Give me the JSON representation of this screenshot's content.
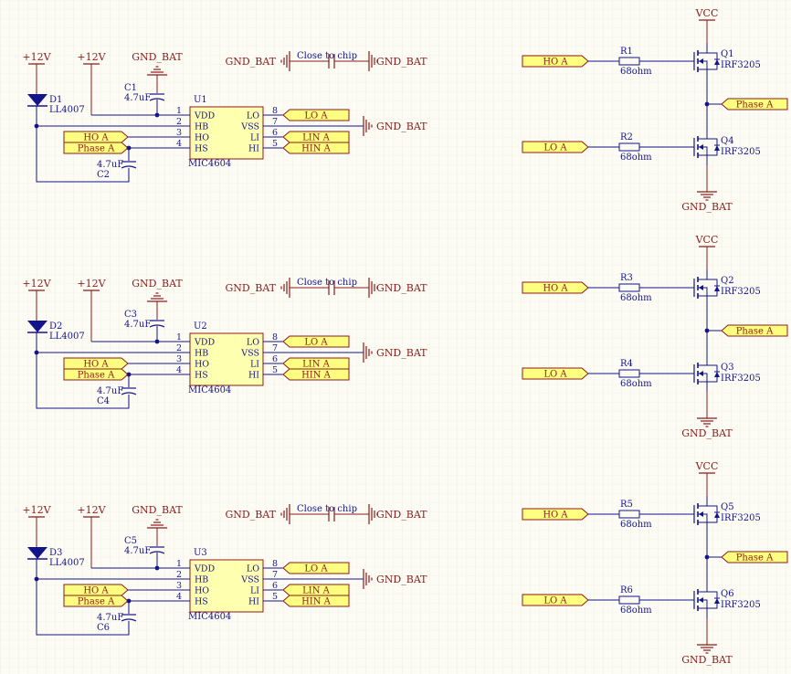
{
  "stages": [
    {
      "driver": {
        "ic": "U1",
        "part": "MIC4604",
        "pins": {
          "vdd": "VDD",
          "hb": "HB",
          "ho": "HO",
          "hs": "HS",
          "lo": "LO",
          "vss": "VSS",
          "li": "LI",
          "hi": "HI"
        },
        "pin_numbers": [
          "1",
          "2",
          "3",
          "4",
          "8",
          "7",
          "6",
          "5"
        ],
        "diode": {
          "ref": "D1",
          "part": "LL4007"
        },
        "c_top": {
          "ref": "C1",
          "value": "4.7uF"
        },
        "c_bot": {
          "ref": "C2",
          "value": "4.7uF"
        },
        "power_left": "+12V",
        "power_mid": "+12V",
        "gnd_top": "GND_BAT",
        "cap_left_gnd": "GND_BAT",
        "cap_note": "Close to chip",
        "cap_right_gnd": "GND_BAT",
        "vss_gnd": "GND_BAT",
        "ports_left": [
          "HO A",
          "Phase A"
        ],
        "ports_right": [
          "LO A",
          "LIN A",
          "HIN A"
        ]
      },
      "bridge": {
        "vcc": "VCC",
        "gnd": "GND_BAT",
        "high_in": "HO A",
        "low_in": "LO A",
        "phase": "Phase A",
        "r_high": {
          "ref": "R1",
          "value": "68ohm"
        },
        "r_low": {
          "ref": "R2",
          "value": "68ohm"
        },
        "q_high": {
          "ref": "Q1",
          "part": "IRF3205"
        },
        "q_low": {
          "ref": "Q4",
          "part": "IRF3205"
        }
      }
    },
    {
      "driver": {
        "ic": "U2",
        "part": "MIC4604",
        "pins": {
          "vdd": "VDD",
          "hb": "HB",
          "ho": "HO",
          "hs": "HS",
          "lo": "LO",
          "vss": "VSS",
          "li": "LI",
          "hi": "HI"
        },
        "pin_numbers": [
          "1",
          "2",
          "3",
          "4",
          "8",
          "7",
          "6",
          "5"
        ],
        "diode": {
          "ref": "D2",
          "part": "LL4007"
        },
        "c_top": {
          "ref": "C3",
          "value": "4.7uF"
        },
        "c_bot": {
          "ref": "C4",
          "value": "4.7uF"
        },
        "power_left": "+12V",
        "power_mid": "+12V",
        "gnd_top": "GND_BAT",
        "cap_left_gnd": "GND_BAT",
        "cap_note": "Close to chip",
        "cap_right_gnd": "GND_BAT",
        "vss_gnd": "GND_BAT",
        "ports_left": [
          "HO A",
          "Phase A"
        ],
        "ports_right": [
          "LO A",
          "LIN A",
          "HIN A"
        ]
      },
      "bridge": {
        "vcc": "VCC",
        "gnd": "GND_BAT",
        "high_in": "HO A",
        "low_in": "LO A",
        "phase": "Phase A",
        "r_high": {
          "ref": "R3",
          "value": "68ohm"
        },
        "r_low": {
          "ref": "R4",
          "value": "68ohm"
        },
        "q_high": {
          "ref": "Q2",
          "part": "IRF3205"
        },
        "q_low": {
          "ref": "Q3",
          "part": "IRF3205"
        }
      }
    },
    {
      "driver": {
        "ic": "U3",
        "part": "MIC4604",
        "pins": {
          "vdd": "VDD",
          "hb": "HB",
          "ho": "HO",
          "hs": "HS",
          "lo": "LO",
          "vss": "VSS",
          "li": "LI",
          "hi": "HI"
        },
        "pin_numbers": [
          "1",
          "2",
          "3",
          "4",
          "8",
          "7",
          "6",
          "5"
        ],
        "diode": {
          "ref": "D3",
          "part": "LL4007"
        },
        "c_top": {
          "ref": "C5",
          "value": "4.7uF"
        },
        "c_bot": {
          "ref": "C6",
          "value": "4.7uF"
        },
        "power_left": "+12V",
        "power_mid": "+12V",
        "gnd_top": "GND_BAT",
        "cap_left_gnd": "GND_BAT",
        "cap_note": "Close to chip",
        "cap_right_gnd": "GND_BAT",
        "vss_gnd": "GND_BAT",
        "ports_left": [
          "HO A",
          "Phase A"
        ],
        "ports_right": [
          "LO A",
          "LIN A",
          "HIN A"
        ]
      },
      "bridge": {
        "vcc": "VCC",
        "gnd": "GND_BAT",
        "high_in": "HO A",
        "low_in": "LO A",
        "phase": "Phase A",
        "r_high": {
          "ref": "R5",
          "value": "68ohm"
        },
        "r_low": {
          "ref": "R6",
          "value": "68ohm"
        },
        "q_high": {
          "ref": "Q5",
          "part": "IRF3205"
        },
        "q_low": {
          "ref": "Q6",
          "part": "IRF3205"
        }
      }
    }
  ],
  "colors": {
    "wire": "#14148c",
    "power": "#8b1a1a",
    "port_fill": "#ffff80",
    "ic_fill": "#ffffb0",
    "grid": "#ebe9db",
    "background": "#fdfcf4"
  }
}
